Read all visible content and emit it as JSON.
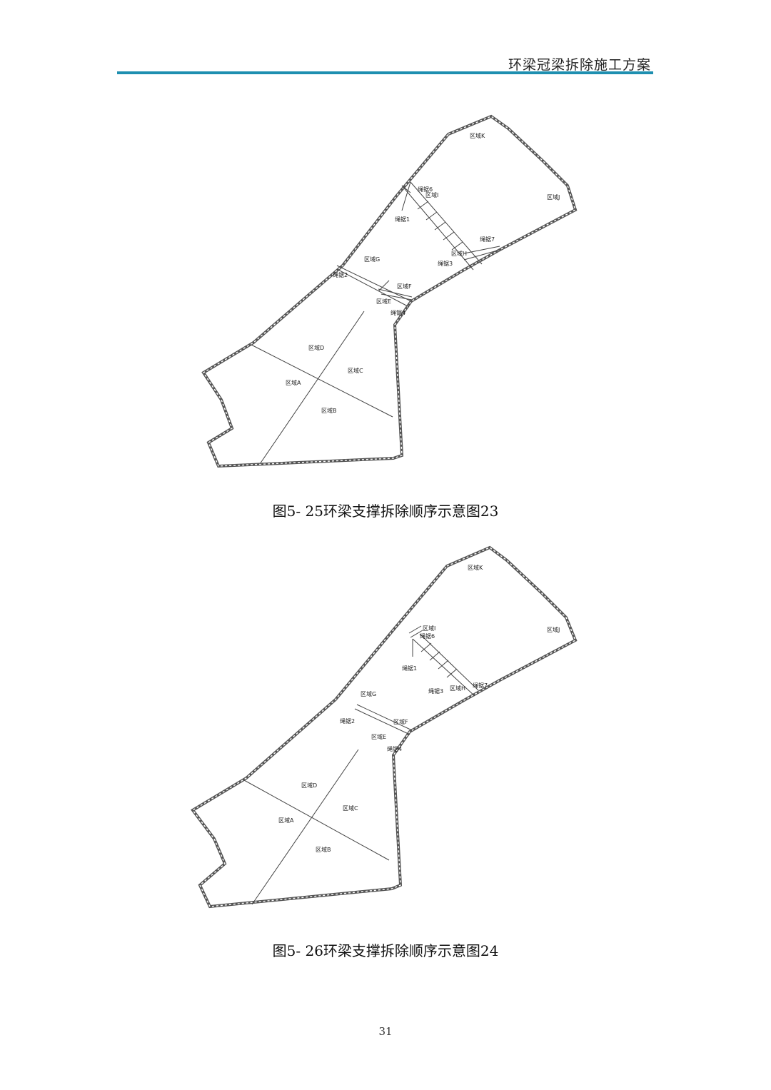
{
  "header": {
    "title": "环梁冠梁拆除施工方案"
  },
  "figures": [
    {
      "caption": "图5- 25环梁支撑拆除顺序示意图23",
      "labels": {
        "zone_k": "区域K",
        "zone_j": "区域J",
        "zone_i": "区域I",
        "zone_h": "区域H",
        "zone_g": "区域G",
        "zone_f": "区域F",
        "zone_e": "区域E",
        "zone_d": "区域D",
        "zone_c": "区域C",
        "zone_b": "区域B",
        "zone_a": "区域A",
        "chain1": "绳锯1",
        "chain2": "绳锯2",
        "chain3": "绳锯3",
        "chain4": "绳锯4",
        "chain6": "绳锯6",
        "chain7": "绳锯7"
      }
    },
    {
      "caption": "图5- 26环梁支撑拆除顺序示意图24",
      "labels": {
        "zone_k": "区域K",
        "zone_j": "区域J",
        "zone_i": "区域I",
        "zone_h": "区域H",
        "zone_g": "区域G",
        "zone_f": "区域F",
        "zone_e": "区域E",
        "zone_d": "区域D",
        "zone_c": "区域C",
        "zone_b": "区域B",
        "zone_a": "区域A",
        "chain1": "绳锯1",
        "chain2": "绳锯2",
        "chain3": "绳锯3",
        "chain4": "绳锯4",
        "chain6": "绳锯6",
        "chain7": "绳锯7"
      }
    }
  ],
  "page_number": "31"
}
